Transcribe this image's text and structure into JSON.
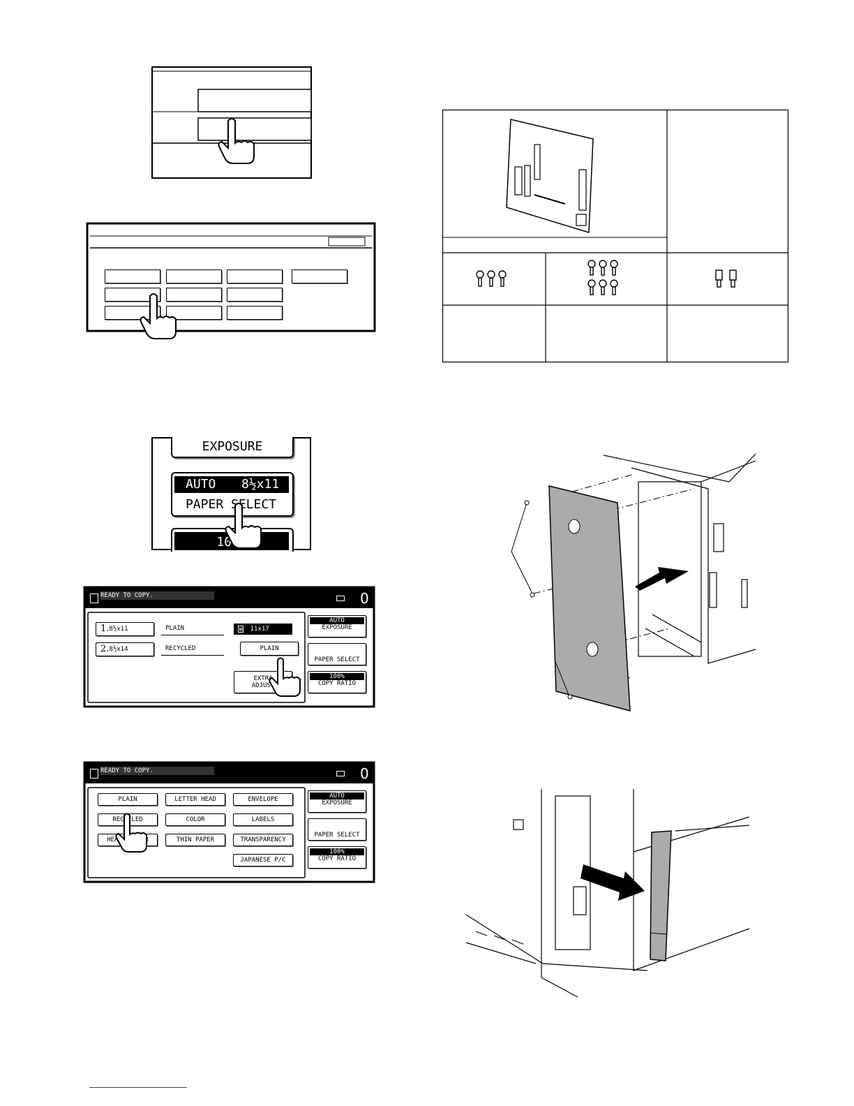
{
  "panel3": {
    "exposure_label": "EXPOSURE",
    "auto_label": "AUTO",
    "paper_size": "8½x11",
    "paper_select_label": "PAPER SELECT",
    "ratio": "100%"
  },
  "screen4": {
    "status": "READY TO COPY.",
    "counter": "0",
    "trays": [
      {
        "label": "1.",
        "size": "8½x11",
        "type": "PLAIN"
      },
      {
        "label": "2.",
        "size": "8½x14",
        "type": "RECYCLED"
      }
    ],
    "selected_size": "11x17",
    "type_button": "PLAIN",
    "extra_button_line1": "EXTRA",
    "extra_button_line2": "ADJUST",
    "auto_label": "AUTO",
    "exposure_label": "EXPOSURE",
    "paper_select_label": "PAPER SELECT",
    "ratio": "100%",
    "copy_ratio_label": "COPY RATIO"
  },
  "screen5": {
    "status": "READY TO COPY.",
    "counter": "0",
    "types": [
      "PLAIN",
      "LETTER HEAD",
      "ENVELOPE",
      "RECYCLED",
      "COLOR",
      "LABELS",
      "HEAVY PAPER",
      "THIN PAPER",
      "TRANSPARENCY",
      "JAPANESE P/C"
    ],
    "auto_label": "AUTO",
    "exposure_label": "EXPOSURE",
    "paper_select_label": "PAPER SELECT",
    "ratio": "100%",
    "copy_ratio_label": "COPY RATIO"
  }
}
